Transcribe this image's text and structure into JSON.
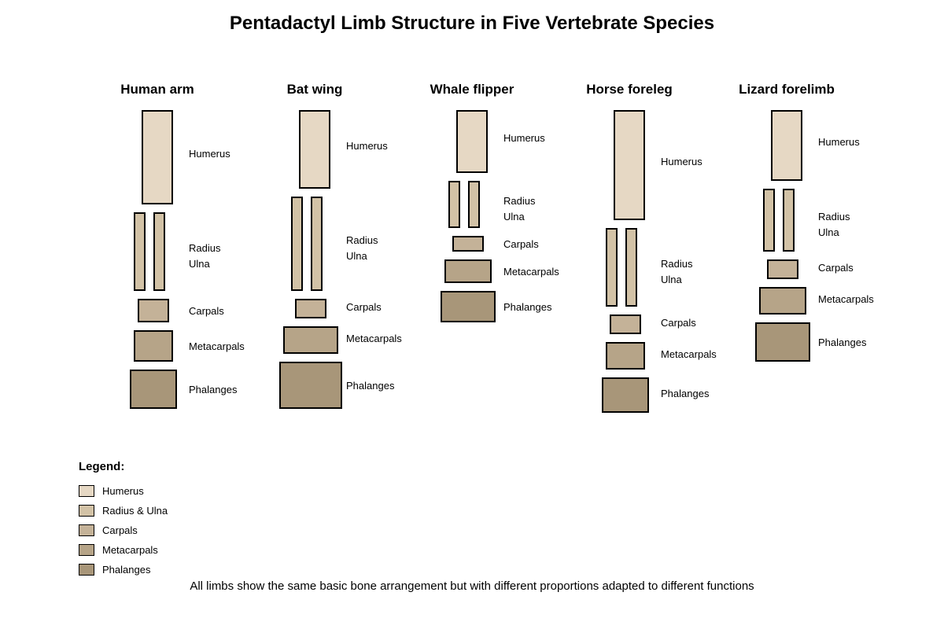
{
  "title": "Pentadactyl Limb Structure in Five Vertebrate Species",
  "colors": {
    "humerus": "#e6d8c4",
    "radius_ulna": "#d2c2a6",
    "carpals": "#c4b298",
    "metacarpals": "#b6a488",
    "phalanges": "#a89679",
    "stroke": "#000000"
  },
  "limbs": [
    {
      "name": "Human arm",
      "labels": {
        "humerus": "Humerus",
        "radius": "Radius",
        "ulna": "Ulna",
        "carpals": "Carpals",
        "metacarpals": "Metacarpals",
        "phalanges": "Phalanges"
      }
    },
    {
      "name": "Bat wing",
      "labels": {
        "humerus": "Humerus",
        "radius": "Radius",
        "ulna": "Ulna",
        "carpals": "Carpals",
        "metacarpals": "Metacarpals",
        "phalanges": "Phalanges"
      }
    },
    {
      "name": "Whale flipper",
      "labels": {
        "humerus": "Humerus",
        "radius": "Radius",
        "ulna": "Ulna",
        "carpals": "Carpals",
        "metacarpals": "Metacarpals",
        "phalanges": "Phalanges"
      }
    },
    {
      "name": "Horse foreleg",
      "labels": {
        "humerus": "Humerus",
        "radius": "Radius",
        "ulna": "Ulna",
        "carpals": "Carpals",
        "metacarpals": "Metacarpals",
        "phalanges": "Phalanges"
      }
    },
    {
      "name": "Lizard forelimb",
      "labels": {
        "humerus": "Humerus",
        "radius": "Radius",
        "ulna": "Ulna",
        "carpals": "Carpals",
        "metacarpals": "Metacarpals",
        "phalanges": "Phalanges"
      }
    }
  ],
  "legend": {
    "title": "Legend:",
    "items": [
      {
        "label": "Humerus",
        "color": "#e6d8c4"
      },
      {
        "label": "Radius & Ulna",
        "color": "#d2c2a6"
      },
      {
        "label": "Carpals",
        "color": "#c4b298"
      },
      {
        "label": "Metacarpals",
        "color": "#b6a488"
      },
      {
        "label": "Phalanges",
        "color": "#a89679"
      }
    ]
  },
  "caption": "All limbs show the same basic bone arrangement but with different proportions adapted to different functions"
}
